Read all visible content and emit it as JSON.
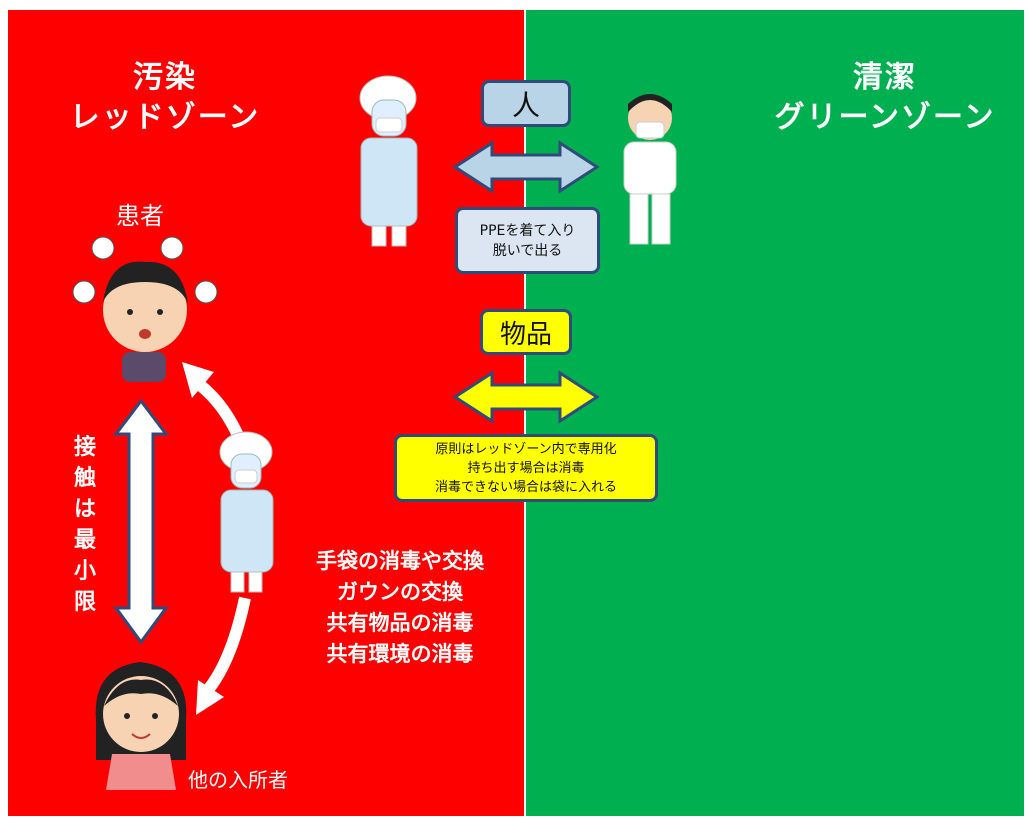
{
  "zones": {
    "red": {
      "title_line1": "汚染",
      "title_line2": "レッドゾーン",
      "color": "#ff0000"
    },
    "green": {
      "title_line1": "清潔",
      "title_line2": "グリーンゾーン",
      "color": "#00b050"
    }
  },
  "people_box": {
    "label": "人",
    "fill": "#b8d4e6"
  },
  "ppe_note": {
    "line1": "PPEを着て入り",
    "line2": "脱いで出る",
    "fill": "#dce6f2"
  },
  "goods_box": {
    "label": "物品",
    "fill": "#ffff00"
  },
  "goods_note": {
    "line1": "原則はレッドゾーン内で専用化",
    "line2": "持ち出す場合は消毒",
    "line3": "消毒できない場合は袋に入れる",
    "fill": "#ffff00"
  },
  "patient_label": "患者",
  "resident_label": "他の入所者",
  "contact_label": [
    "接",
    "触",
    "は",
    "最",
    "小",
    "限"
  ],
  "staff_actions": [
    "手袋の消毒や交換",
    "ガウンの交換",
    "共有物品の消毒",
    "共有環境の消毒"
  ]
}
